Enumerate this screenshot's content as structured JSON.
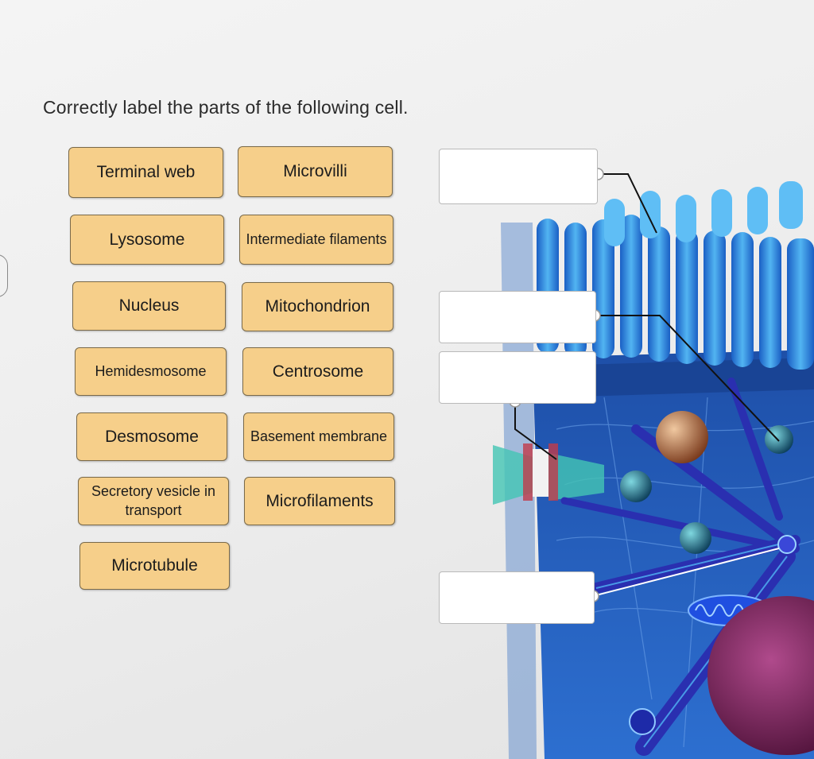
{
  "prompt": "Correctly label the parts of the following cell.",
  "labels": [
    "Terminal web",
    "Microvilli",
    "Lysosome",
    "Intermediate filaments",
    "Nucleus",
    "Mitochondrion",
    "Hemidesmosome",
    "Centrosome",
    "Desmosome",
    "Basement membrane",
    "Secretory vesicle in transport",
    "Microfilaments",
    "Microtubule"
  ],
  "colors": {
    "label_fill": "#f6cf8a",
    "cell_blue": "#1f6fd6",
    "cytoplasm": "#2a62b8"
  }
}
